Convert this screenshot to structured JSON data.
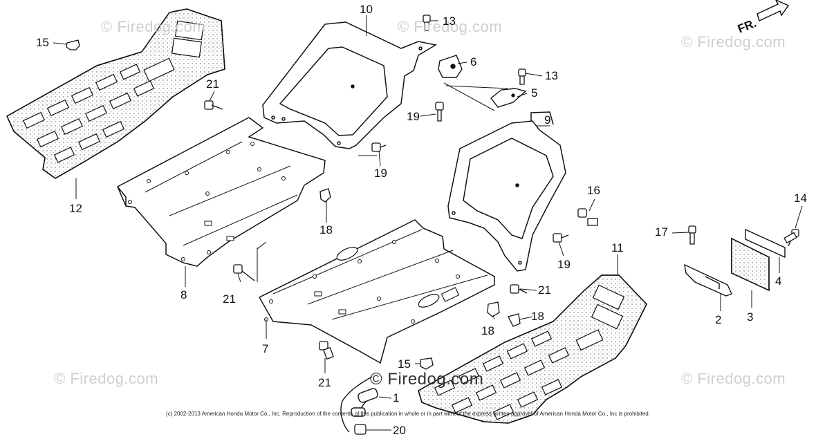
{
  "watermark_text": "© Firedog.com",
  "fr_label": "FR.",
  "copyright": "(c) 2002-2013 American Honda Motor Co., Inc. Reproduction of the contents of this publication in whole or in part without the express written approval of American Honda Motor Co., Inc is prohibited.",
  "callouts": {
    "c1": "1",
    "c2": "2",
    "c3": "3",
    "c4": "4",
    "c5": "5",
    "c6": "6",
    "c7": "7",
    "c8": "8",
    "c9": "9",
    "c10": "10",
    "c11": "11",
    "c12": "12",
    "c13a": "13",
    "c13b": "13",
    "c14": "14",
    "c15a": "15",
    "c15b": "15",
    "c16": "16",
    "c17": "17",
    "c18a": "18",
    "c18b": "18",
    "c18c": "18",
    "c19a": "19",
    "c19b": "19",
    "c19c": "19",
    "c20": "20",
    "c21a": "21",
    "c21b": "21",
    "c21c": "21",
    "c21d": "21"
  }
}
